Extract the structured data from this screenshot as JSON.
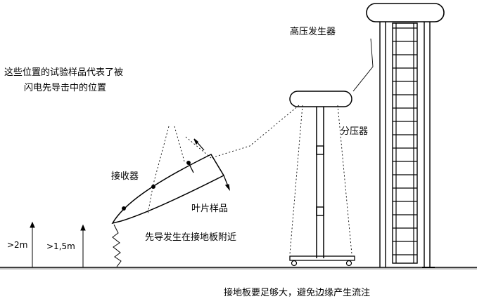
{
  "labels": {
    "hv_generator": "高压发生器",
    "note_line1": "这些位置的试验样品代表了被",
    "note_line2": "闪电先导击中的位置",
    "divider": "分压器",
    "receptor": "接收器",
    "blade_sample": "叶片样品",
    "leader_near_ground": "先导发生在接地板附近",
    "dim_2m": ">2m",
    "dim_15m": ">1,5m",
    "ground_note": "接地板要足够大，避免边缘产生流注"
  }
}
